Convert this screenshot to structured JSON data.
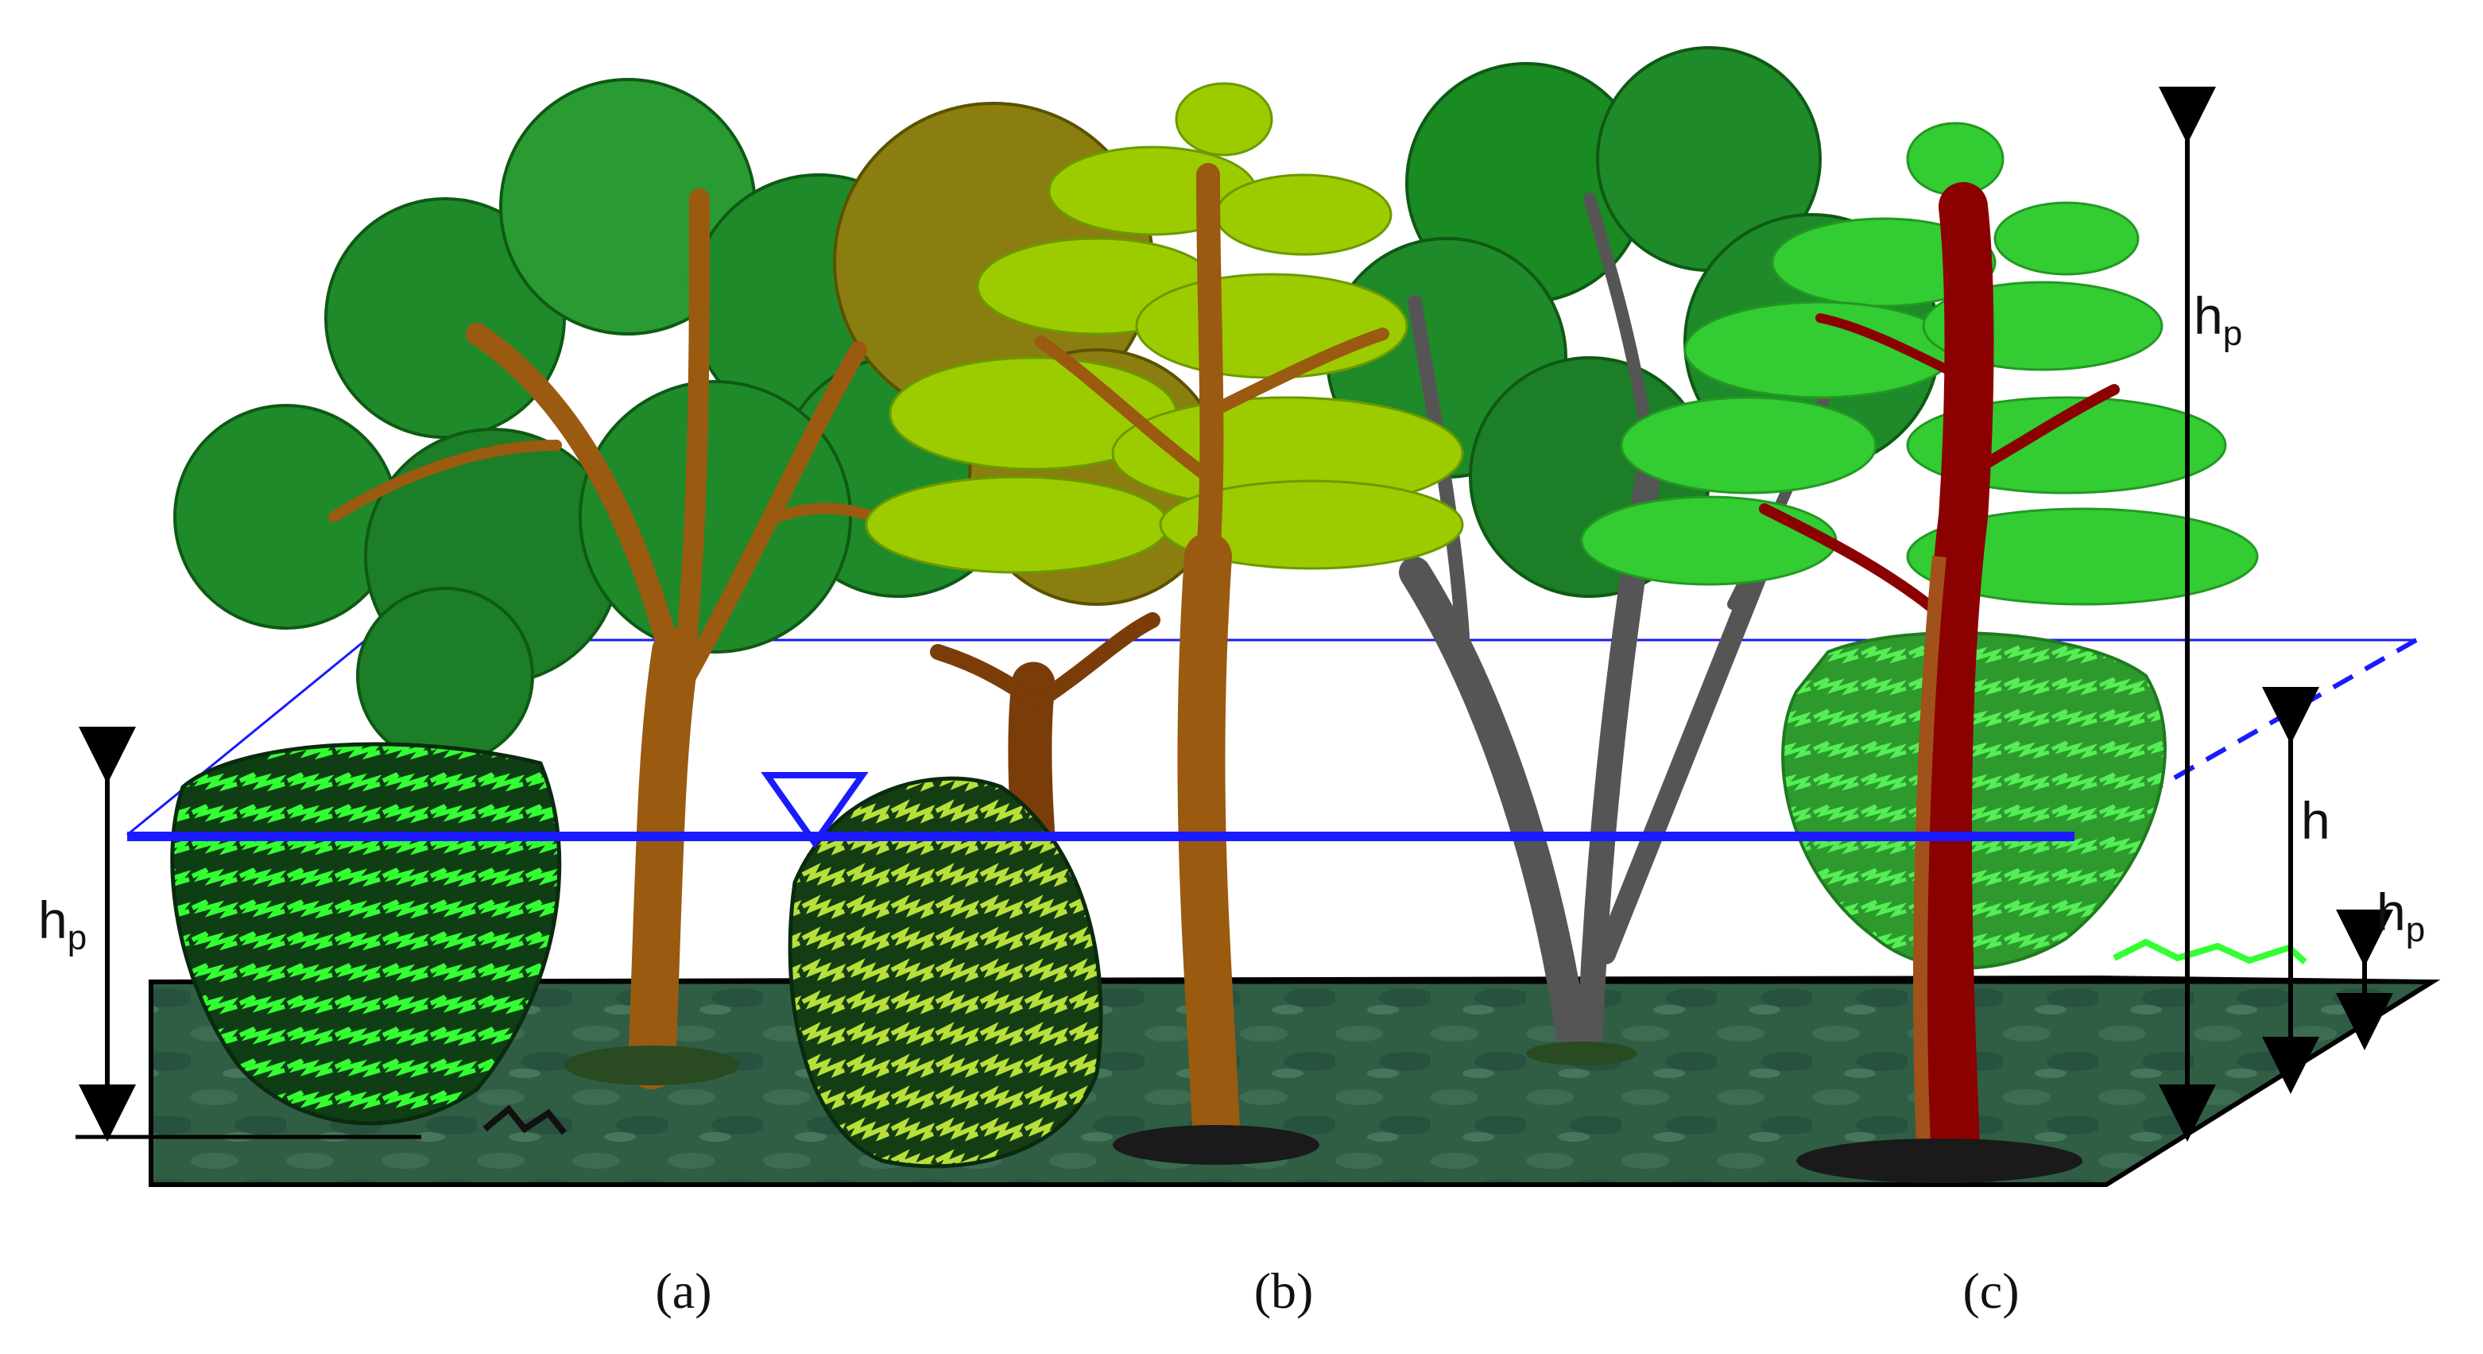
{
  "labels": {
    "panel_a": "(a)",
    "panel_b": "(b)",
    "panel_c": "(c)",
    "hp_left_main": "h",
    "hp_left_sub": "p",
    "hp_right_top_main": "h",
    "hp_right_top_sub": "p",
    "h_right": "h",
    "hp_right_small_main": "h",
    "hp_right_small_sub": "p"
  },
  "colors": {
    "water_line": "#1a1aff",
    "ground": "#2f5e45",
    "ground_dark": "#1c3b2b",
    "foliage_dark": "#1f7a1f",
    "foliage_mid": "#2e8b2e",
    "foliage_olive": "#8a8a1a",
    "foliage_lime": "#9ccc00",
    "foliage_bright": "#33cc33",
    "shrub_bright": "#33ff33",
    "shrub_yellow": "#b8e03a",
    "trunk_brown": "#9a5a10",
    "trunk_darkbrown": "#7a3d0a",
    "trunk_grey": "#555555",
    "trunk_red": "#8b0000"
  },
  "icons": {
    "water_level": "inverted-triangle-icon"
  }
}
